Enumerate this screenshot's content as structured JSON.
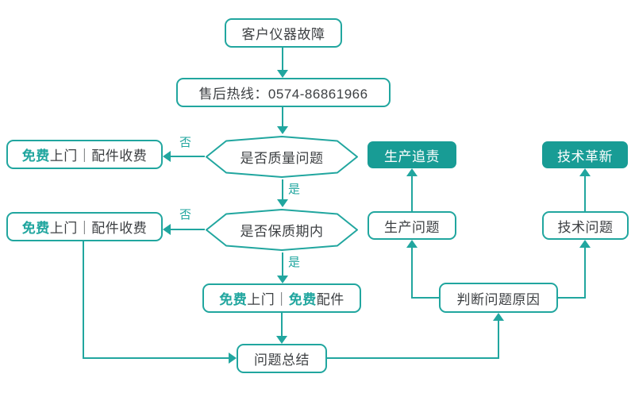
{
  "palette": {
    "accent_teal": "#21a69f",
    "filled_node_teal": "#189c95",
    "text_dark": "#3d4043",
    "background": "#ffffff"
  },
  "nodes": {
    "customer_fault": "客户仪器故障",
    "hotline": "售后热线：0574-86861966",
    "decision_quality": "是否质量问题",
    "decision_warranty": "是否保质期内",
    "outcome_paid_1": {
      "accent": "免费",
      "rest": "上门｜配件收费"
    },
    "outcome_paid_2": {
      "accent": "免费",
      "rest": "上门｜配件收费"
    },
    "outcome_free": {
      "accent1": "免费",
      "mid": "上门｜",
      "accent2": "免费",
      "rest": "配件"
    },
    "summary": "问题总结",
    "judge": "判断问题原因",
    "production_problem": "生产问题",
    "technical_problem": "技术问题",
    "production_trace": "生产追责",
    "tech_innovation": "技术革新"
  },
  "edge_labels": {
    "yes": "是",
    "no": "否"
  },
  "edges": [
    {
      "from": "customer_fault",
      "to": "hotline",
      "label": ""
    },
    {
      "from": "hotline",
      "to": "decision_quality",
      "label": ""
    },
    {
      "from": "decision_quality",
      "to": "outcome_paid_1",
      "label": "否"
    },
    {
      "from": "decision_quality",
      "to": "decision_warranty",
      "label": "是"
    },
    {
      "from": "decision_warranty",
      "to": "outcome_paid_2",
      "label": "否"
    },
    {
      "from": "decision_warranty",
      "to": "outcome_free",
      "label": "是"
    },
    {
      "from": "outcome_free",
      "to": "summary",
      "label": ""
    },
    {
      "from": "outcome_paid_2",
      "to": "summary",
      "label": ""
    },
    {
      "from": "summary",
      "to": "judge",
      "label": ""
    },
    {
      "from": "judge",
      "to": "production_problem",
      "label": ""
    },
    {
      "from": "judge",
      "to": "technical_problem",
      "label": ""
    },
    {
      "from": "production_problem",
      "to": "production_trace",
      "label": ""
    },
    {
      "from": "technical_problem",
      "to": "tech_innovation",
      "label": ""
    }
  ]
}
